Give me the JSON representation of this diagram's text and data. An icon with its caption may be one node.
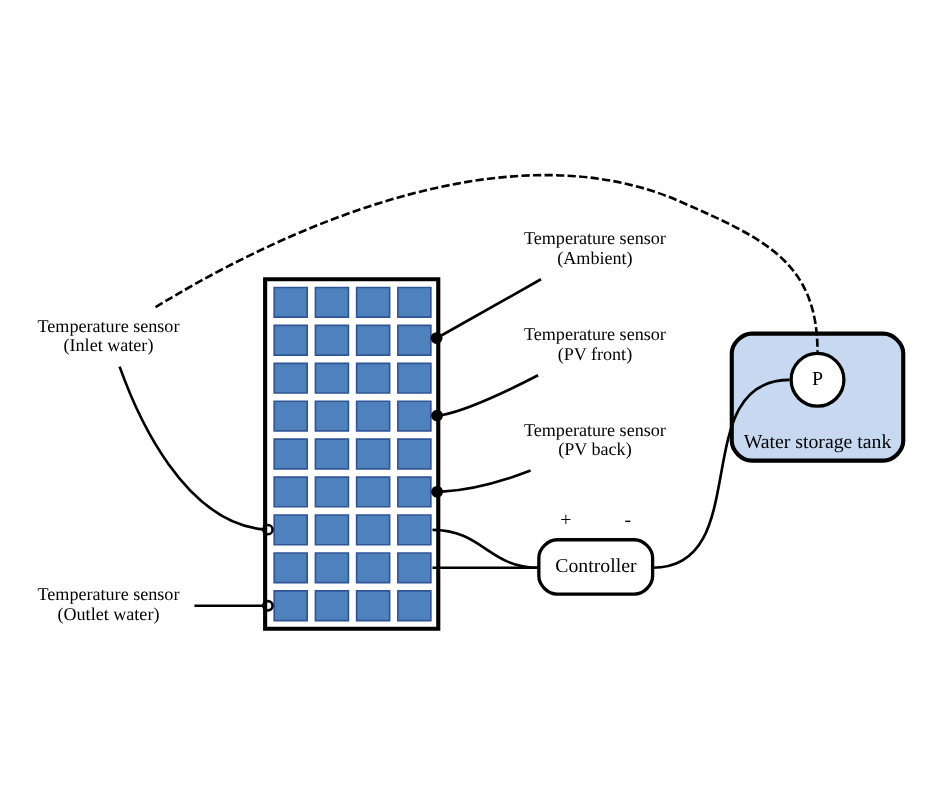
{
  "diagram": {
    "nodes": [
      {
        "text": [],
        "shape": "box"
      },
      {
        "text": [
          "Temperature sensor (Ambient)"
        ]
      },
      {
        "text": [
          "Temperature sensor (PV front)"
        ]
      },
      {
        "text": [
          "Temperature sensor (PV back)"
        ]
      },
      {
        "text": [
          "Temperature sensor (Inlet water)"
        ]
      },
      {
        "text": [
          "Temperature sensor (Outlet water)"
        ]
      },
      {
        "text": [
          "Controller"
        ],
        "beside": [
          "+",
          "-"
        ]
      },
      {
        "text": [
          "Water storage tank"
        ]
      },
      {
        "text": [
          "P"
        ],
        "in": 7
      }
    ],
    "edges": [
      {
        "from": 1,
        "to": 0,
        "arrow": "other"
      },
      {
        "from": 2,
        "to": 0,
        "arrow": "other"
      },
      {
        "from": 3,
        "to": 0,
        "arrow": "other"
      },
      {
        "from": 4,
        "to": 0,
        "arrow": "other"
      },
      {
        "from": 5,
        "to": 0,
        "arrow": "other"
      },
      {
        "from": 0,
        "to": 6,
        "arrow": "none"
      },
      {
        "from": 0,
        "to": 6,
        "arrow": "none"
      },
      {
        "from": 6,
        "to": 8,
        "arrow": "none"
      },
      {
        "from": 4,
        "to": 8,
        "arrow": "none",
        "style": "dashed"
      }
    ]
  }
}
